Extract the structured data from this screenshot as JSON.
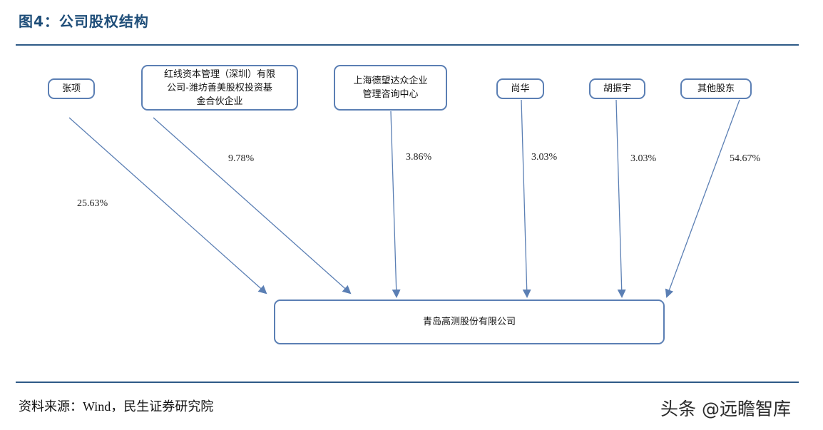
{
  "figure": {
    "title": "图4：公司股权结构"
  },
  "shareholders": [
    {
      "id": "s1",
      "name": "张项",
      "percent": "25.63%"
    },
    {
      "id": "s2",
      "name": "红线资本管理（深圳）有限\n公司-潍坊善美股权投资基\n金合伙企业",
      "percent": "9.78%"
    },
    {
      "id": "s3",
      "name": "上海德望达众企业\n管理咨询中心",
      "percent": "3.86%"
    },
    {
      "id": "s4",
      "name": "尚华",
      "percent": "3.03%"
    },
    {
      "id": "s5",
      "name": "胡振宇",
      "percent": "3.03%"
    },
    {
      "id": "s6",
      "name": "其他股东",
      "percent": "54.67%"
    }
  ],
  "company": {
    "name": "青岛高测股份有限公司"
  },
  "source": "资料来源：Wind，民生证券研究院",
  "watermark": "头条 @远瞻智库",
  "colors": {
    "title": "#1f4e79",
    "rule": "#2e5a87",
    "box_border": "#5b7fb4",
    "arrow": "#5b7fb4"
  }
}
